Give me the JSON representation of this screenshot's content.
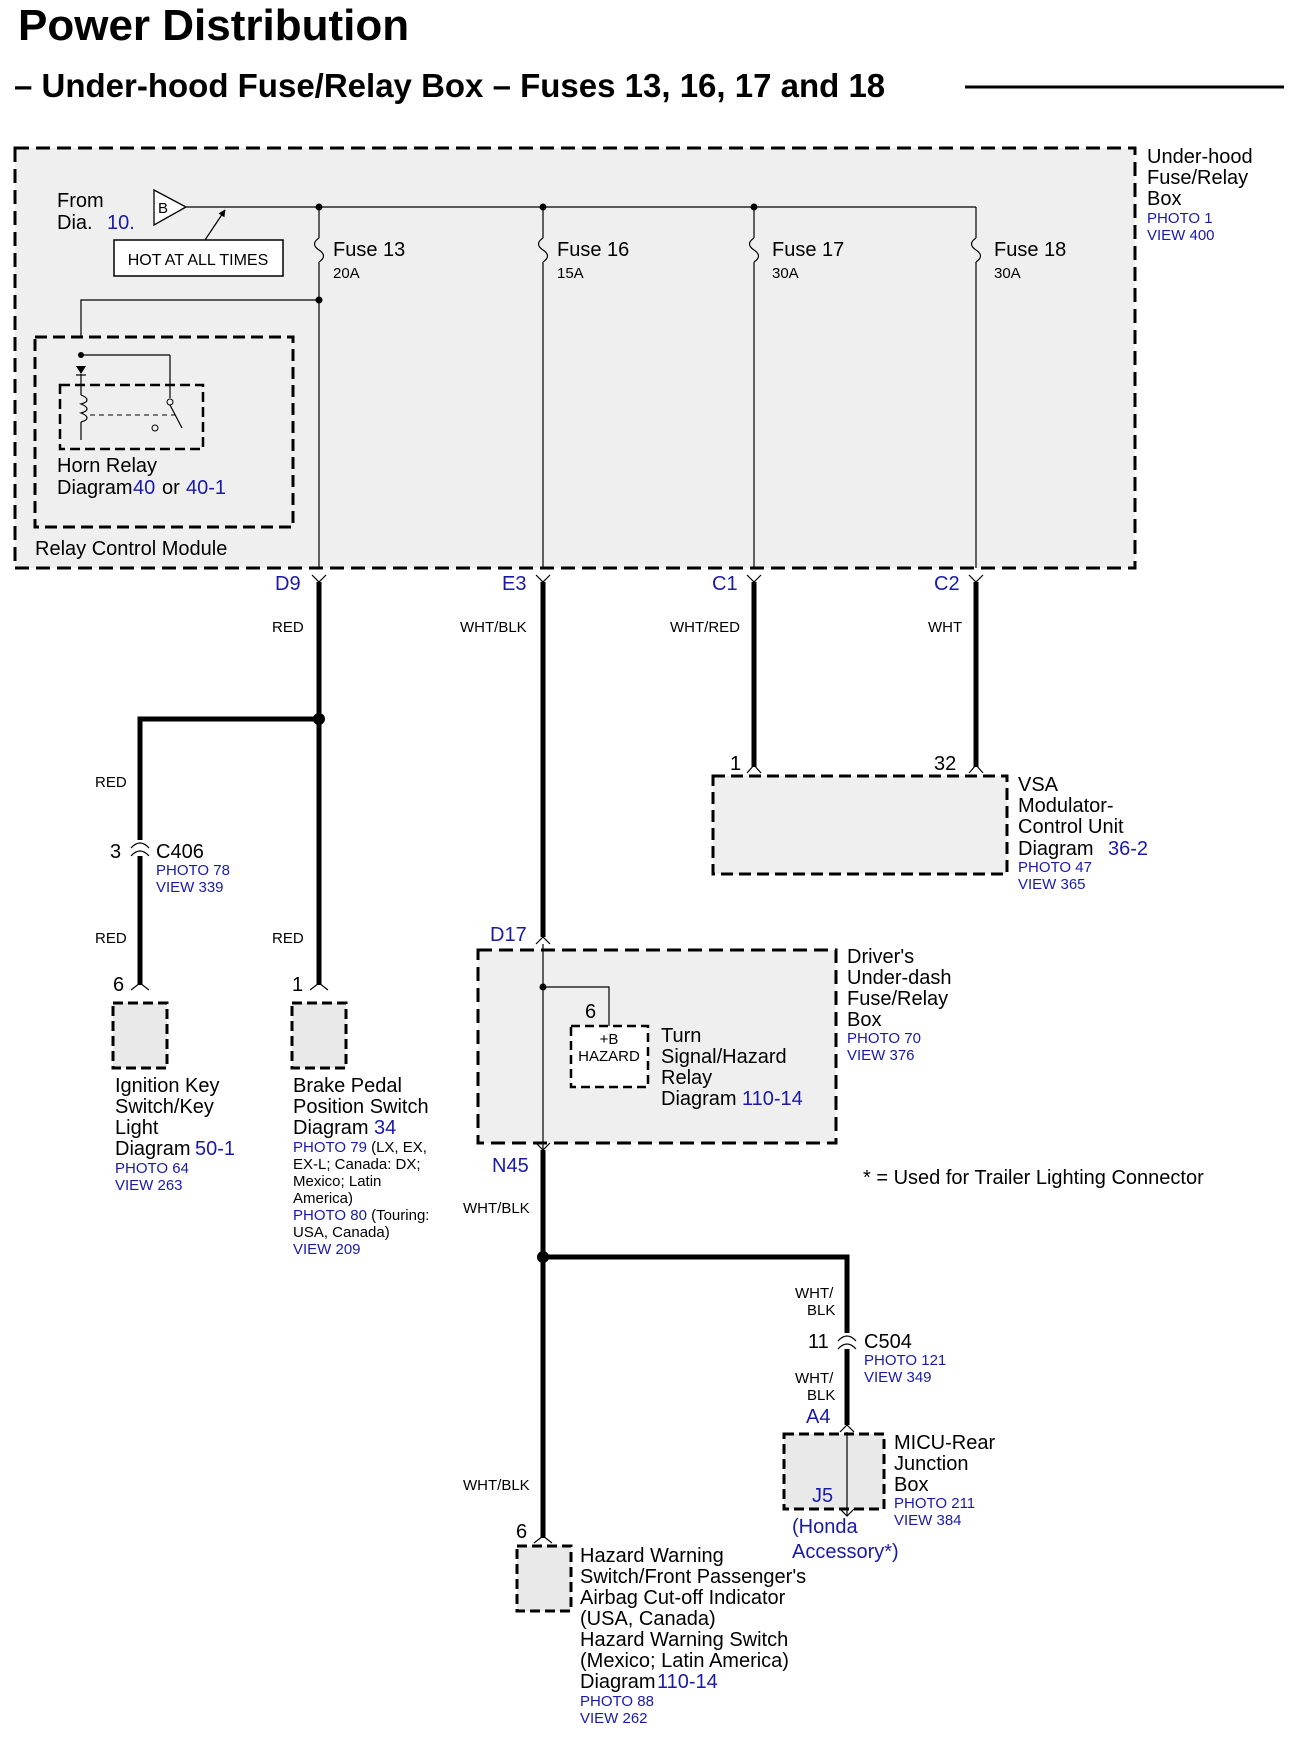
{
  "title": "Power Distribution",
  "subtitle": "– Under-hood Fuse/Relay Box – Fuses 13, 16, 17 and 18",
  "underhood_box": {
    "name_lines": [
      "Under-hood",
      "Fuse/Relay",
      "Box"
    ],
    "photo": "PHOTO 1",
    "view": "VIEW 400"
  },
  "from_dia": {
    "from": "From",
    "dia": "Dia.",
    "num": "10.",
    "connector": "B"
  },
  "hot_label": "HOT AT ALL TIMES",
  "fuses": [
    {
      "name": "Fuse 13",
      "amps": "20A",
      "terminal": "D9",
      "wire": "RED"
    },
    {
      "name": "Fuse 16",
      "amps": "15A",
      "terminal": "E3",
      "wire": "WHT/BLK"
    },
    {
      "name": "Fuse 17",
      "amps": "30A",
      "terminal": "C1",
      "wire": "WHT/RED"
    },
    {
      "name": "Fuse 18",
      "amps": "30A",
      "terminal": "C2",
      "wire": "WHT"
    }
  ],
  "relay": {
    "name": "Horn Relay",
    "diagram_prefix": "Diagram",
    "diagram_a": "40",
    "or": "or",
    "diagram_b": "40-1",
    "module": "Relay Control Module"
  },
  "c406": {
    "pin": "3",
    "name": "C406",
    "photo": "PHOTO 78",
    "view": "VIEW 339",
    "wire_top": "RED",
    "wire_bottom": "RED"
  },
  "ignition": {
    "pin": "6",
    "lines": [
      "Ignition Key",
      "Switch/Key",
      "Light"
    ],
    "diagram_prefix": "Diagram",
    "diagram": "50-1",
    "photo": "PHOTO 64",
    "view": "VIEW 263"
  },
  "brake": {
    "pin": "1",
    "wire": "RED",
    "lines": [
      "Brake Pedal",
      "Position Switch"
    ],
    "diagram_prefix": "Diagram",
    "diagram": "34",
    "photo79": "PHOTO 79",
    "photo79_note_lines": [
      " (LX, EX,",
      "EX-L; Canada: DX;",
      "Mexico; Latin",
      "America)"
    ],
    "photo80": "PHOTO 80",
    "photo80_note_lines": [
      " (Touring:",
      "USA, Canada)"
    ],
    "view": "VIEW 209"
  },
  "vsa": {
    "pin_a": "1",
    "pin_b": "32",
    "lines": [
      "VSA",
      "Modulator-",
      "Control Unit"
    ],
    "diagram_prefix": "Diagram",
    "diagram": "36-2",
    "photo": "PHOTO 47",
    "view": "VIEW 365"
  },
  "driver_box": {
    "in_terminal": "D17",
    "out_terminal": "N45",
    "lines": [
      "Driver's",
      "Under-dash",
      "Fuse/Relay",
      "Box"
    ],
    "photo": "PHOTO 70",
    "view": "VIEW 376"
  },
  "turn_relay": {
    "pin": "6",
    "b_label": "+B",
    "hazard_label": "HAZARD",
    "lines": [
      "Turn",
      "Signal/Hazard",
      "Relay"
    ],
    "diagram_prefix": "Diagram",
    "diagram": "110-14"
  },
  "footnote": "* = Used for Trailer Lighting Connector",
  "n45_wire": "WHT/BLK",
  "c504": {
    "wire_top_lines": [
      "WHT/",
      "BLK"
    ],
    "pin": "11",
    "name": "C504",
    "photo": "PHOTO 121",
    "view": "VIEW 349",
    "wire_bottom_lines": [
      "WHT/",
      "BLK"
    ]
  },
  "micu": {
    "in_terminal": "A4",
    "out_terminal": "J5",
    "lines": [
      "MICU-Rear",
      "Junction",
      "Box"
    ],
    "photo": "PHOTO 211",
    "view": "VIEW 384",
    "accessory_lines": [
      "(Honda",
      "Accessory*)"
    ]
  },
  "hazard_switch": {
    "wire": "WHT/BLK",
    "pin": "6",
    "lines": [
      "Hazard Warning",
      "Switch/Front Passenger's",
      "Airbag Cut-off Indicator",
      "(USA, Canada)",
      "Hazard Warning Switch",
      "(Mexico; Latin America)"
    ],
    "diagram_prefix": "Diagram",
    "diagram": "110-14",
    "photo": "PHOTO 88",
    "view": "VIEW 262"
  }
}
